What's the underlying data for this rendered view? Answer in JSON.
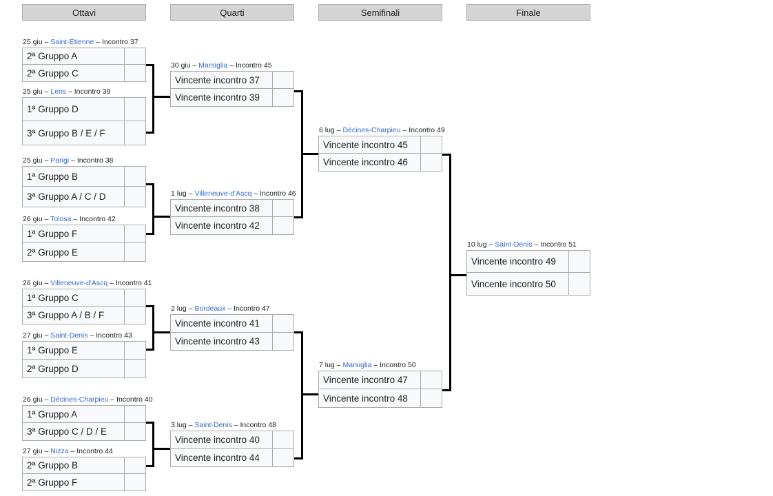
{
  "headers": [
    {
      "label": "Ottavi"
    },
    {
      "label": "Quarti"
    },
    {
      "label": "Semifinali"
    },
    {
      "label": "Finale"
    }
  ],
  "matches": {
    "m37": {
      "date": "25 giu",
      "venue": "Saint-Étienne",
      "number": "Incontro 37",
      "team1": "2ª Gruppo A",
      "team2": "2ª Gruppo C",
      "score1": "",
      "score2": ""
    },
    "m39": {
      "date": "25 giu",
      "venue": "Lens",
      "number": "Incontro 39",
      "team1": "1ª Gruppo D",
      "team2": "3ª Gruppo B / E / F",
      "score1": "",
      "score2": ""
    },
    "m38": {
      "date": "25 giu",
      "venue": "Parigi",
      "number": "Incontro 38",
      "team1": "1ª Gruppo B",
      "team2": "3ª Gruppo A / C / D",
      "score1": "",
      "score2": ""
    },
    "m42": {
      "date": "26 giu",
      "venue": "Tolosa",
      "number": "Incontro 42",
      "team1": "1ª Gruppo F",
      "team2": "2ª Gruppo E",
      "score1": "",
      "score2": ""
    },
    "m41": {
      "date": "26 giu",
      "venue": "Villeneuve-d'Ascq",
      "number": "Incontro 41",
      "team1": "1ª Gruppo C",
      "team2": "3ª Gruppo A / B / F",
      "score1": "",
      "score2": ""
    },
    "m43": {
      "date": "27 giu",
      "venue": "Saint-Denis",
      "number": "Incontro 43",
      "team1": "1ª Gruppo E",
      "team2": "2ª Gruppo D",
      "score1": "",
      "score2": ""
    },
    "m40": {
      "date": "26 giu",
      "venue": "Décines-Charpieu",
      "number": "Incontro 40",
      "team1": "1ª Gruppo A",
      "team2": "3ª Gruppo C / D / E",
      "score1": "",
      "score2": ""
    },
    "m44": {
      "date": "27 giu",
      "venue": "Nizza",
      "number": "Incontro 44",
      "team1": "2ª Gruppo B",
      "team2": "2ª Gruppo F",
      "score1": "",
      "score2": ""
    },
    "m45": {
      "date": "30 giu",
      "venue": "Marsiglia",
      "number": "Incontro 45",
      "team1": "Vincente incontro 37",
      "team2": "Vincente incontro 39",
      "score1": "",
      "score2": ""
    },
    "m46": {
      "date": "1 lug",
      "venue": "Villeneuve-d'Ascq",
      "number": "Incontro 46",
      "team1": "Vincente incontro 38",
      "team2": "Vincente incontro 42",
      "score1": "",
      "score2": ""
    },
    "m47": {
      "date": "2 lug",
      "venue": "Bordeaux",
      "number": "Incontro 47",
      "team1": "Vincente incontro 41",
      "team2": "Vincente incontro 43",
      "score1": "",
      "score2": ""
    },
    "m48": {
      "date": "3 lug",
      "venue": "Saint-Denis",
      "number": "Incontro 48",
      "team1": "Vincente incontro 40",
      "team2": "Vincente incontro 44",
      "score1": "",
      "score2": ""
    },
    "m49": {
      "date": "6 lug",
      "venue": "Décines-Charpieu",
      "number": "Incontro 49",
      "team1": "Vincente incontro 45",
      "team2": "Vincente incontro 46",
      "score1": "",
      "score2": ""
    },
    "m50": {
      "date": "7 lug",
      "venue": "Marsiglia",
      "number": "Incontro 50",
      "team1": "Vincente incontro 47",
      "team2": "Vincente incontro 48",
      "score1": "",
      "score2": ""
    },
    "m51": {
      "date": "10 lug",
      "venue": "Saint-Denis",
      "number": "Incontro 51",
      "team1": "Vincente incontro 49",
      "team2": "Vincente incontro 50",
      "score1": "",
      "score2": ""
    }
  },
  "separator": "–",
  "colors": {
    "link": "#3366cc",
    "header_bg": "#d4d4d4",
    "box_border": "#aaaaaa",
    "box_bg": "#f8f9fa",
    "connector": "#000000"
  }
}
